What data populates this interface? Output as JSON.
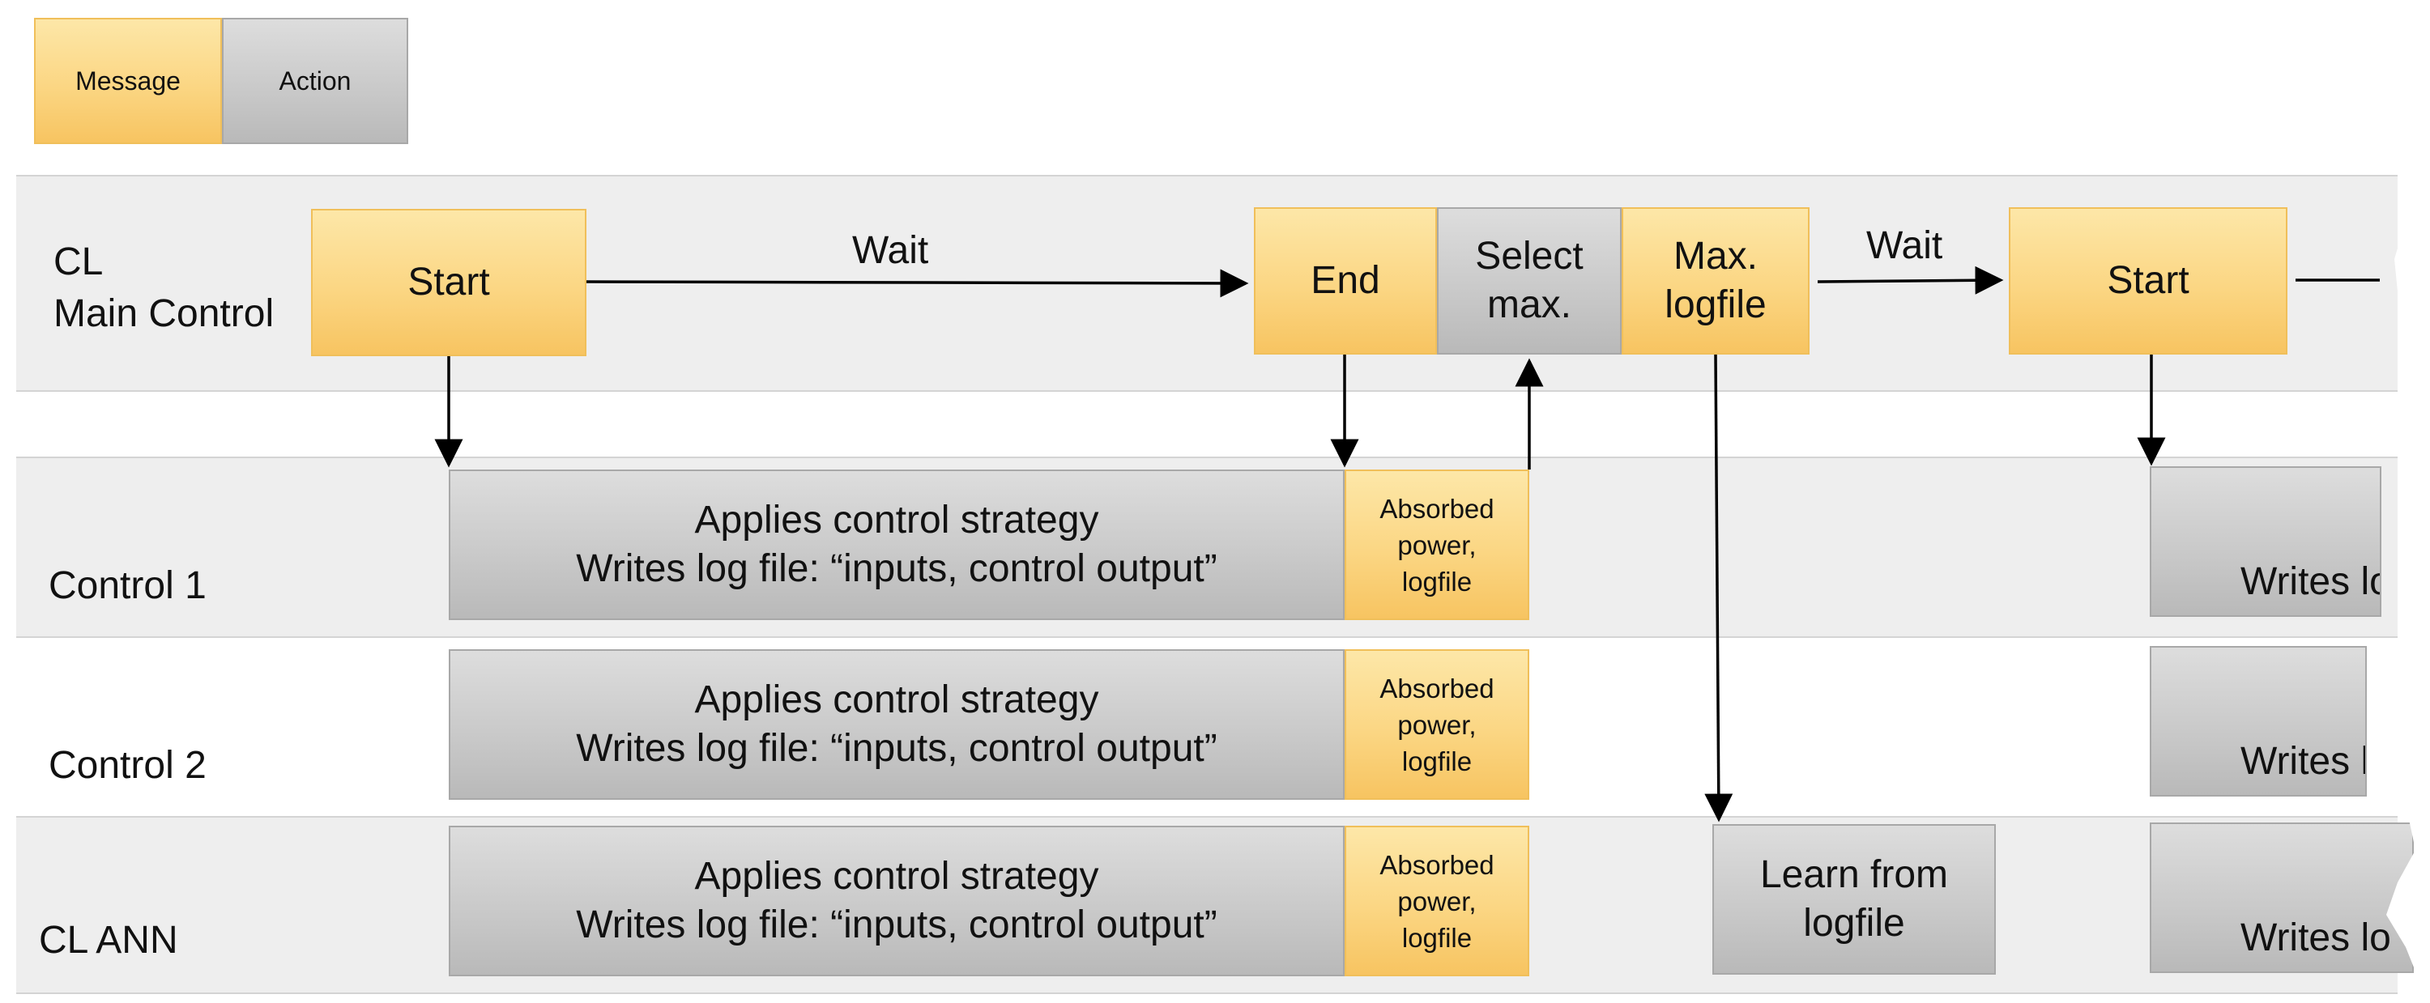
{
  "legend": {
    "message": "Message",
    "action": "Action"
  },
  "lanes": {
    "main": "CL\nMain Control",
    "control1": "Control 1",
    "control2": "Control 2",
    "ann": "CL ANN"
  },
  "main_control": {
    "start": "Start",
    "wait1": "Wait",
    "end": "End",
    "select_max": "Select\nmax.",
    "max_logfile": "Max.\nlogfile",
    "wait2": "Wait",
    "start2": "Start"
  },
  "control_lanes": {
    "strategy": "Applies control strategy\nWrites log file: “inputs, control output”",
    "absorbed": "Absorbed\npower,\nlogfile"
  },
  "ann": {
    "learn": "Learn from\nlogfile"
  },
  "clipped": {
    "writes_1": "Writes lo",
    "writes_2": "Writes l",
    "writes_3": "Writes lo"
  },
  "colors": {
    "message": "#fbd683",
    "action": "#c8c8c8",
    "lane": "#eeeeee"
  }
}
